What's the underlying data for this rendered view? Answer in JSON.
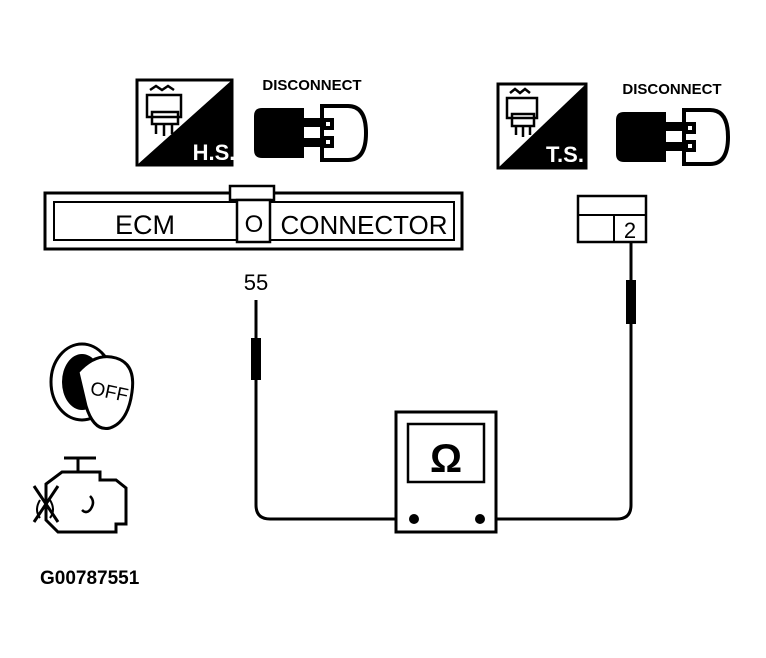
{
  "badges": {
    "left_icon_label": "H.S.",
    "left_disconnect": "DISCONNECT",
    "right_icon_label": "T.S.",
    "right_disconnect": "DISCONNECT"
  },
  "ecm_connector": {
    "left_text": "ECM",
    "center_text": "O",
    "right_text": "CONNECTOR",
    "pin_label": "55"
  },
  "sensor_connector": {
    "pin_label": "2"
  },
  "ohmmeter": {
    "symbol": "Ω"
  },
  "ignition_key": {
    "label": "OFF"
  },
  "figure_code": "G00787551",
  "colors": {
    "ink": "#000000",
    "paper": "#ffffff"
  }
}
